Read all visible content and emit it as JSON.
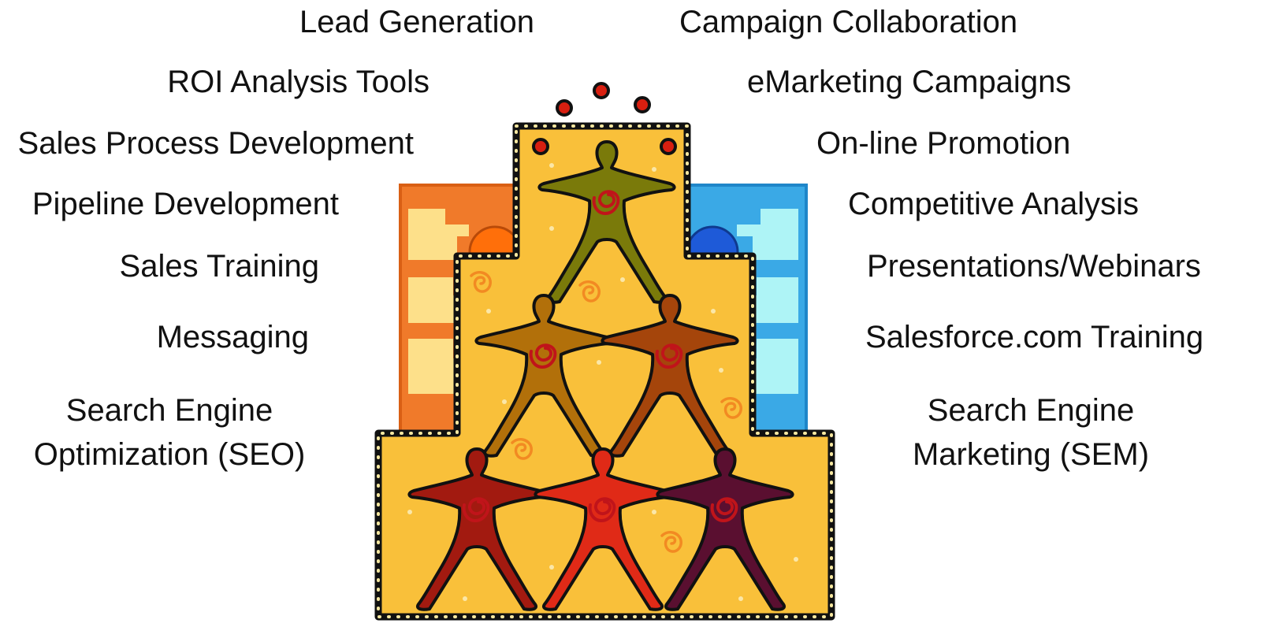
{
  "left_items": [
    "Lead Generation",
    "ROI Analysis Tools",
    "Sales Process Development",
    "Pipeline Development",
    "Sales Training",
    "Messaging",
    "Search Engine Optimization (SEO)"
  ],
  "right_items": [
    "Campaign Collaboration",
    "eMarketing Campaigns",
    "On-line Promotion",
    "Competitive Analysis",
    "Presentations/Webinars",
    "Salesforce.com Training",
    "Search Engine Marketing (SEM)"
  ],
  "colors": {
    "pyramid_fill": "#f9c03a",
    "outline": "#111111",
    "left_wall": "#f07a2a",
    "left_wall_inner": "#fde08a",
    "right_wall": "#3aa9e6",
    "right_wall_inner": "#aef4f6",
    "figure_top": "#7a7a0a",
    "figure_mid_left": "#b2700a",
    "figure_mid_right": "#a5450b",
    "figure_bottom_left": "#a21a10",
    "figure_bottom_center": "#e02a17",
    "figure_bottom_right": "#5a0f30",
    "ball": "#d81f10"
  }
}
